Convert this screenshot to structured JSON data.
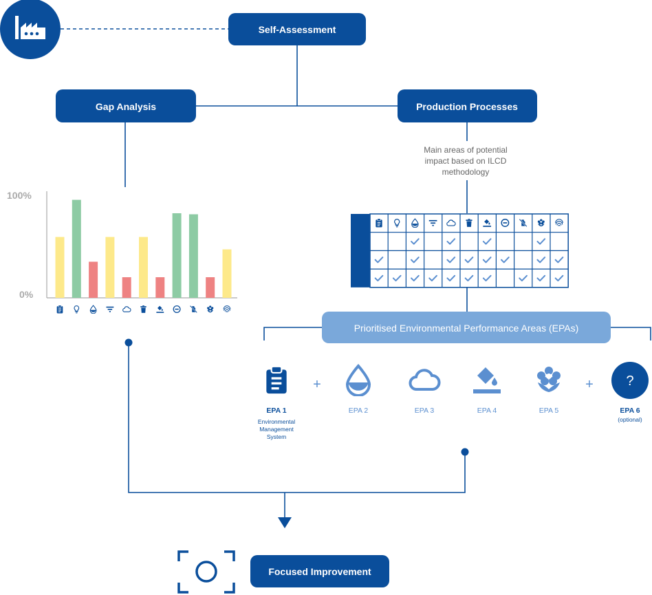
{
  "colors": {
    "dark_blue": "#0a4e9b",
    "light_blue": "#7aa8da",
    "muted_blue": "#5b8fd0",
    "bar_yellow": "#fde98a",
    "bar_green": "#8dcba4",
    "bar_red": "#ee8282",
    "axis_gray": "#aaaaaa"
  },
  "nodes": {
    "self_assessment": "Self-Assessment",
    "gap_analysis": "Gap Analysis",
    "production_processes": "Production Processes",
    "prioritised_epas": "Prioritised Environmental Performance Areas (EPAs)",
    "focused_improvement": "Focused Improvement"
  },
  "notes": {
    "main_areas": [
      "Main areas of potential",
      "impact based on ILCD",
      "methodology"
    ]
  },
  "icons": [
    "clipboard-icon",
    "lightbulb-icon",
    "water-drop-icon",
    "filter-icon",
    "cloud-icon",
    "trash-icon",
    "paint-bucket-icon",
    "minus-circle-icon",
    "no-pesticide-icon",
    "flower-icon",
    "fingerprint-icon"
  ],
  "chart_data": {
    "type": "bar",
    "categories": [
      "clipboard",
      "lightbulb",
      "water",
      "filter",
      "cloud",
      "trash",
      "paint",
      "minus-circle",
      "pesticide",
      "flower",
      "fingerprint"
    ],
    "series": [
      {
        "values": [
          59,
          95,
          35,
          59,
          20,
          59,
          20,
          82,
          81,
          20,
          47
        ]
      }
    ],
    "bar_colors": [
      "yellow",
      "green",
      "red",
      "yellow",
      "red",
      "yellow",
      "red",
      "green",
      "green",
      "red",
      "yellow"
    ],
    "ytick_labels": [
      "100%",
      "0%"
    ],
    "ylim": [
      0,
      100
    ]
  },
  "matrix": {
    "rows": [
      [
        false,
        false,
        true,
        false,
        true,
        false,
        true,
        false,
        false,
        true,
        false
      ],
      [
        true,
        false,
        true,
        false,
        true,
        true,
        true,
        true,
        false,
        true,
        true
      ],
      [
        true,
        true,
        true,
        true,
        true,
        true,
        true,
        false,
        true,
        true,
        true
      ]
    ]
  },
  "epas": [
    {
      "label": "EPA 1",
      "desc": [
        "Environmental",
        "Management",
        "System"
      ],
      "icon": "clipboard-icon",
      "highlight": true
    },
    {
      "label": "EPA 2",
      "icon": "water-drop-icon"
    },
    {
      "label": "EPA 3",
      "icon": "cloud-icon"
    },
    {
      "label": "EPA 4",
      "icon": "paint-bucket-icon"
    },
    {
      "label": "EPA 5",
      "icon": "flower-icon"
    },
    {
      "label": "EPA 6",
      "desc": [
        "(optional)"
      ],
      "icon": "question-icon",
      "highlight": true
    }
  ],
  "epa6_glyph": "?",
  "plus_sign": "+"
}
